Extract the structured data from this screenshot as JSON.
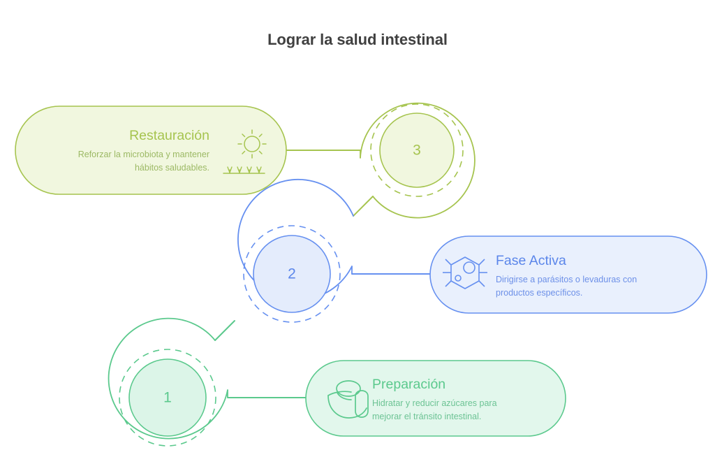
{
  "page": {
    "title": "Lograr la salud intestinal",
    "background": "#ffffff",
    "title_color": "#404040",
    "type": "process-flow-diagram",
    "step_count": 3
  },
  "palette": {
    "lime_stroke": "#a6c44f",
    "lime_fill": "#f1f7df",
    "lime_text": "#a6c44f",
    "lime_desc_text": "#9cb964",
    "blue_stroke": "#6690f0",
    "blue_fill": "#e9f0fd",
    "blue_text": "#5b86ea",
    "blue_desc_text": "#6d90e8",
    "emerald_stroke": "#5bc98d",
    "emerald_fill": "#e2f7ec",
    "emerald_text": "#5bc98d",
    "emerald_desc_text": "#6cc394"
  },
  "steps": [
    {
      "number": "3",
      "title": "Restauración",
      "description": "Reforzar la microbiota y mantener hábitos saludables.",
      "description_line1": "Reforzar la microbiota y mantener",
      "description_line2": "hábitos saludables.",
      "icon": "sun-sprouts-icon",
      "color_key": "lime",
      "text_align": "right",
      "card_side": "left"
    },
    {
      "number": "2",
      "title": "Fase Activa",
      "description": "Dirigirse a parásitos o levaduras con productos específicos.",
      "description_line1": "Dirigirse a parásitos o levaduras con",
      "description_line2": "productos específicos.",
      "icon": "molecule-hexagon-icon",
      "color_key": "blue",
      "text_align": "left",
      "card_side": "right"
    },
    {
      "number": "1",
      "title": "Preparación",
      "description": "Hidratar y reducir azúcares para mejorar el tránsito intestinal.",
      "description_line1": "Hidratar y reducir azúcares para",
      "description_line2": "mejorar el tránsito intestinal.",
      "icon": "bowl-food-icon",
      "color_key": "emerald",
      "text_align": "left",
      "card_side": "right"
    }
  ]
}
